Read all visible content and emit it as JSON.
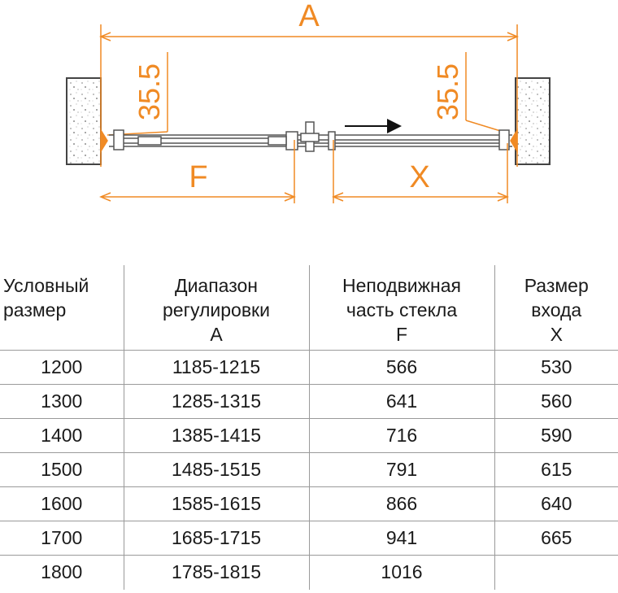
{
  "diagram": {
    "label_a": "A",
    "label_f": "F",
    "label_x": "X",
    "label_left_offset": "35.5",
    "label_right_offset": "35.5",
    "accent_color": "#f08a24"
  },
  "table": {
    "headers": [
      {
        "line1": "Условный",
        "line2": "размер",
        "line3": ""
      },
      {
        "line1": "Диапазон",
        "line2": "регулировки",
        "line3": "A"
      },
      {
        "line1": "Неподвижная",
        "line2": "часть стекла",
        "line3": "F"
      },
      {
        "line1": "Размер",
        "line2": "входа",
        "line3": "X"
      }
    ],
    "rows": [
      [
        "1200",
        "1185-1215",
        "566",
        "530"
      ],
      [
        "1300",
        "1285-1315",
        "641",
        "560"
      ],
      [
        "1400",
        "1385-1415",
        "716",
        "590"
      ],
      [
        "1500",
        "1485-1515",
        "791",
        "615"
      ],
      [
        "1600",
        "1585-1615",
        "866",
        "640"
      ],
      [
        "1700",
        "1685-1715",
        "941",
        "665"
      ],
      [
        "1800",
        "1785-1815",
        "1016",
        ""
      ]
    ]
  }
}
